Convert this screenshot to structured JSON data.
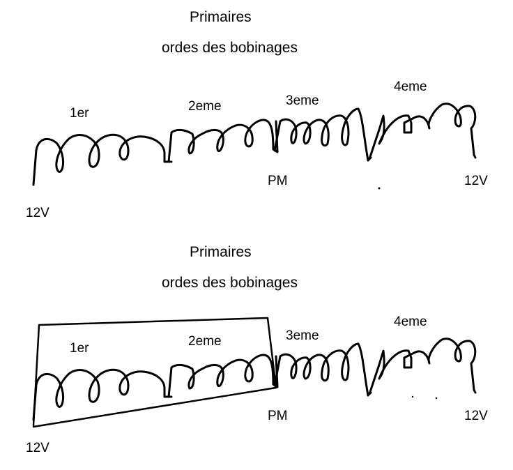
{
  "diagram1": {
    "title": "Primaires",
    "subtitle": "ordes des bobinages",
    "coils": {
      "c1": "1er",
      "c2": "2eme",
      "c3": "3eme",
      "c4": "4eme"
    },
    "terminals": {
      "left": "12V",
      "right": "12V",
      "middle": "PM"
    }
  },
  "diagram2": {
    "title": "Primaires",
    "subtitle": "ordes des bobinages",
    "coils": {
      "c1": "1er",
      "c2": "2eme",
      "c3": "3eme",
      "c4": "4eme"
    },
    "terminals": {
      "left": "12V",
      "right": "12V",
      "middle": "PM"
    }
  }
}
